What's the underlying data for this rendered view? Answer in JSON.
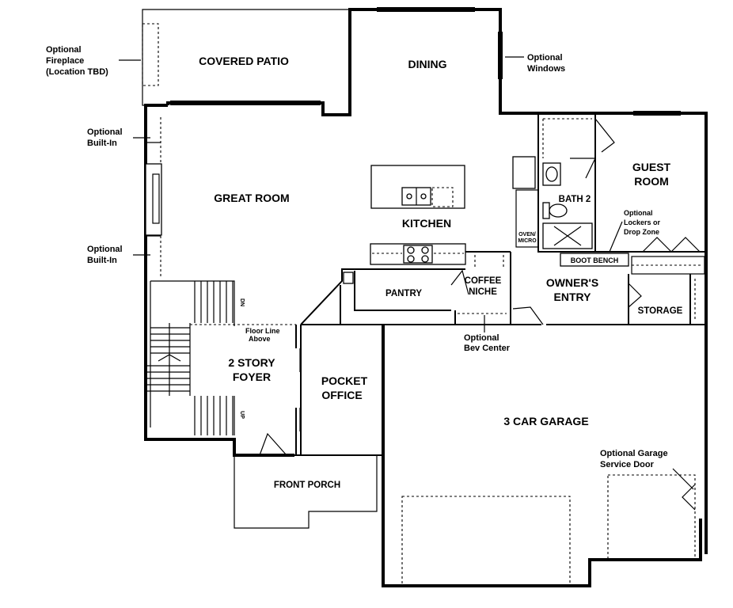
{
  "rooms": {
    "covered_patio": "COVERED PATIO",
    "dining": "DINING",
    "great_room": "GREAT ROOM",
    "kitchen": "KITCHEN",
    "guest_room_1": "GUEST",
    "guest_room_2": "ROOM",
    "bath_2": "BATH 2",
    "pantry": "PANTRY",
    "coffee_1": "COFFEE",
    "coffee_2": "NICHE",
    "owners_1": "OWNER'S",
    "owners_2": "ENTRY",
    "storage": "STORAGE",
    "boot_bench": "BOOT BENCH",
    "foyer_1": "2 STORY",
    "foyer_2": "FOYER",
    "office_1": "POCKET",
    "office_2": "OFFICE",
    "garage": "3 CAR GARAGE",
    "front_porch": "FRONT PORCH"
  },
  "notes": {
    "fireplace_1": "Optional",
    "fireplace_2": "Fireplace",
    "fireplace_3": "(Location TBD)",
    "windows_1": "Optional",
    "windows_2": "Windows",
    "builtin_top_1": "Optional",
    "builtin_top_2": "Built-In",
    "builtin_bot_1": "Optional",
    "builtin_bot_2": "Built-In",
    "lockers_1": "Optional",
    "lockers_2": "Lockers or",
    "lockers_3": "Drop Zone",
    "bev_1": "Optional",
    "bev_2": "Bev Center",
    "floor_line_1": "Floor Line",
    "floor_line_2": "Above",
    "garage_door_1": "Optional Garage",
    "garage_door_2": "Service Door",
    "oven_1": "OVEN/",
    "oven_2": "MICRO",
    "stair_dn": "DN",
    "stair_up": "UP"
  }
}
